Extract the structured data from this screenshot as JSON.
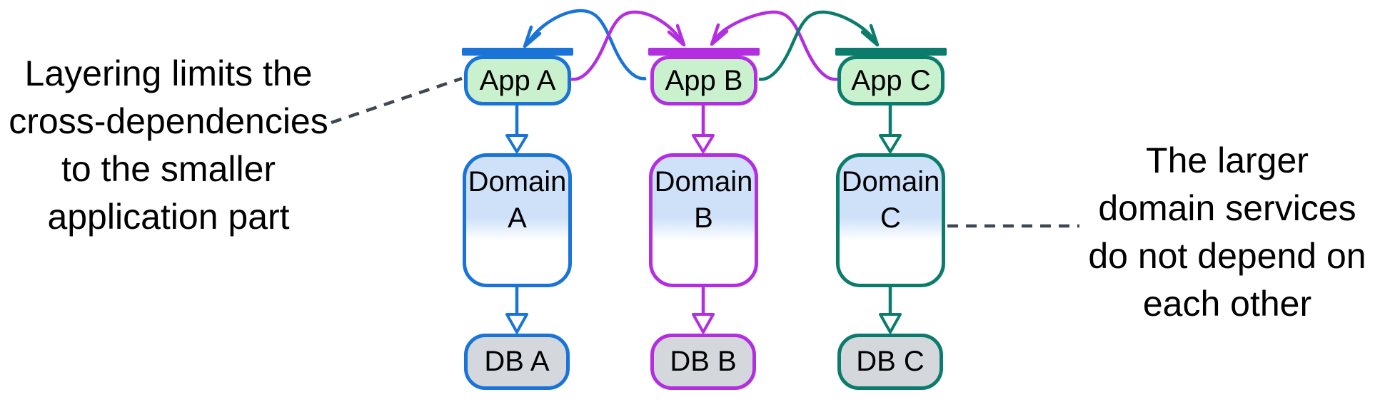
{
  "diagram": {
    "annotations": {
      "left": {
        "lines": [
          "Layering limits the",
          "cross-dependencies",
          "to the smaller",
          "application part"
        ]
      },
      "right": {
        "lines": [
          "The larger",
          "domain services",
          "do not depend on",
          "each other"
        ]
      }
    },
    "columns": [
      {
        "app": "App A",
        "domain": [
          "Domain",
          "A"
        ],
        "db": "DB A",
        "color": "#1a74d8"
      },
      {
        "app": "App B",
        "domain": [
          "Domain",
          "B"
        ],
        "db": "DB B",
        "color": "#b32ee0"
      },
      {
        "app": "App C",
        "domain": [
          "Domain",
          "C"
        ],
        "db": "DB C",
        "color": "#0b7c6c"
      }
    ],
    "edges": {
      "cross_dependencies": [
        {
          "from": "App B",
          "to": "App A"
        },
        {
          "from": "App A",
          "to": "App B"
        },
        {
          "from": "App C",
          "to": "App B"
        },
        {
          "from": "App B",
          "to": "App C"
        }
      ],
      "layer_links": [
        {
          "from": "App A",
          "to": "Domain A"
        },
        {
          "from": "Domain A",
          "to": "DB A"
        },
        {
          "from": "App B",
          "to": "Domain B"
        },
        {
          "from": "Domain B",
          "to": "DB B"
        },
        {
          "from": "App C",
          "to": "Domain C"
        },
        {
          "from": "Domain C",
          "to": "DB C"
        }
      ]
    },
    "palette": {
      "app_fill": "#c9f1ce",
      "domain_fill": "#cfe1f9",
      "db_fill": "#d4d8dd",
      "annotation_line": "#3d4852",
      "text": "#000000",
      "background": "#ffffff"
    }
  }
}
